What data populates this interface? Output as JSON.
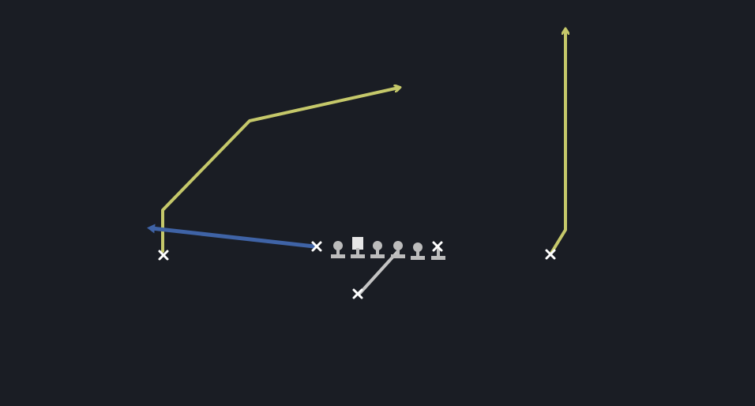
{
  "diagram": {
    "type": "football-play",
    "colors": {
      "background": "#1a1d24",
      "primary_route": "#c5c86a",
      "secondary_route": "#3f63a6",
      "tertiary_route": "#c4c4c4",
      "player_marker": "#ffffff",
      "lineman": "#bcbcbc"
    },
    "players": [
      {
        "id": "wr-left",
        "icon": "x-marker",
        "role": "receiver"
      },
      {
        "id": "slot-left",
        "icon": "x-marker",
        "role": "receiver"
      },
      {
        "id": "back",
        "icon": "x-marker",
        "role": "running-back"
      },
      {
        "id": "wr-right",
        "icon": "x-marker",
        "role": "receiver"
      },
      {
        "id": "te",
        "icon": "x-marker",
        "role": "tight-end"
      }
    ],
    "linemen": [
      "tackle-left",
      "guard-left",
      "center",
      "guard-right",
      "tackle-right"
    ],
    "routes": [
      {
        "player": "wr-left",
        "color": "primary_route",
        "shape": "corner"
      },
      {
        "player": "slot-left",
        "color": "secondary_route",
        "shape": "flat"
      },
      {
        "player": "back",
        "color": "tertiary_route",
        "shape": "block"
      },
      {
        "player": "wr-right",
        "color": "primary_route",
        "shape": "go"
      }
    ]
  }
}
